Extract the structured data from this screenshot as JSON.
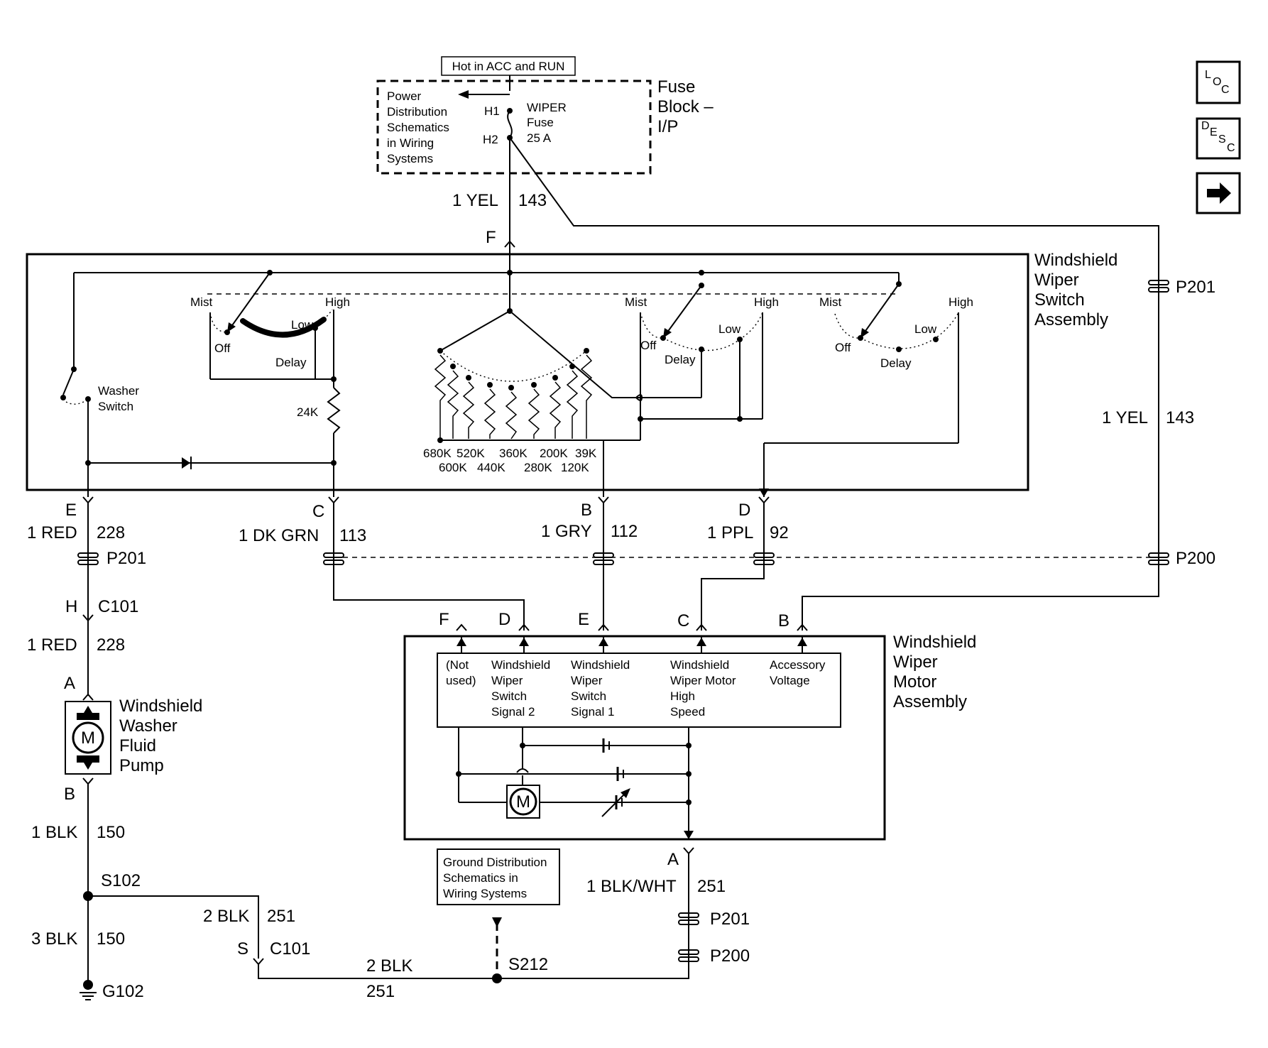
{
  "header_note": "Hot in ACC and RUN",
  "fuse_block": {
    "name": "Fuse\nBlock –\nI/P",
    "name_lines": [
      "Fuse",
      "Block –",
      "I/P"
    ],
    "ref_lines": [
      "Power",
      "Distribution",
      "Schematics",
      "in Wiring",
      "Systems"
    ],
    "pin_h1": "H1",
    "pin_h2": "H2",
    "fuse_lines": [
      "WIPER",
      "Fuse",
      "25 A"
    ]
  },
  "nav": {
    "loc": {
      "l1": "L",
      "l2": "O",
      "l3": "C"
    },
    "desc": {
      "l1": "D",
      "l2": "E",
      "l3": "S",
      "l4": "C"
    },
    "next": "→"
  },
  "wires": {
    "yel_top": {
      "gauge": "1 YEL",
      "circuit": "143"
    },
    "yel_right": {
      "gauge": "1 YEL",
      "circuit": "143"
    },
    "red_upper": {
      "gauge": "1 RED",
      "circuit": "228"
    },
    "red_lower": {
      "gauge": "1 RED",
      "circuit": "228"
    },
    "dkgrn": {
      "gauge": "1 DK GRN",
      "circuit": "113"
    },
    "gry": {
      "gauge": "1 GRY",
      "circuit": "112"
    },
    "ppl": {
      "gauge": "1 PPL",
      "circuit": "92"
    },
    "blk_pump": {
      "gauge": "1 BLK",
      "circuit": "150"
    },
    "blk_ground": {
      "gauge": "3 BLK",
      "circuit": "150"
    },
    "blk_splice": {
      "gauge": "2 BLK",
      "circuit": "251"
    },
    "blk_bottom": {
      "gauge": "2 BLK",
      "circuit": "251"
    },
    "blkwht": {
      "gauge": "1 BLK/WHT",
      "circuit": "251"
    }
  },
  "switch_assembly": {
    "name_lines": [
      "Windshield",
      "Wiper",
      "Switch",
      "Assembly"
    ],
    "pin_f": "F",
    "pins": {
      "e": "E",
      "c": "C",
      "b": "B",
      "d": "D"
    },
    "washer_switch": [
      "Washer",
      "Switch"
    ],
    "resistor_24k": "24K",
    "switch_labels": {
      "mist": "Mist",
      "high": "High",
      "low": "Low",
      "off": "Off",
      "delay": "Delay"
    },
    "resistors_row1": [
      "680K",
      "520K",
      "360K",
      "200K",
      "39K"
    ],
    "resistors_row2": [
      "600K",
      "440K",
      "280K",
      "120K"
    ]
  },
  "connectors": {
    "p201": "P201",
    "p200": "P200",
    "c101": "C101",
    "c101_pin_h": "H",
    "c101_pin_s": "S"
  },
  "pump": {
    "name_lines": [
      "Windshield",
      "Washer",
      "Fluid",
      "Pump"
    ],
    "pin_a": "A",
    "pin_b": "B",
    "motor": "M"
  },
  "motor_assembly": {
    "name_lines": [
      "Windshield",
      "Wiper",
      "Motor",
      "Assembly"
    ],
    "pins": {
      "f": "F",
      "d": "D",
      "e": "E",
      "c": "C",
      "b": "B",
      "a": "A"
    },
    "cols": [
      {
        "lines": [
          "(Not",
          "used)"
        ]
      },
      {
        "lines": [
          "Windshield",
          "Wiper",
          "Switch",
          "Signal 2"
        ]
      },
      {
        "lines": [
          "Windshield",
          "Wiper",
          "Switch",
          "Signal 1"
        ]
      },
      {
        "lines": [
          "Windshield",
          "Wiper Motor",
          "High",
          "Speed"
        ]
      },
      {
        "lines": [
          "Accessory",
          "Voltage"
        ]
      }
    ],
    "motor": "M"
  },
  "ground": {
    "ref_lines": [
      "Ground Distribution",
      "Schematics in",
      "Wiring Systems"
    ],
    "s102": "S102",
    "s212": "S212",
    "g102": "G102"
  }
}
